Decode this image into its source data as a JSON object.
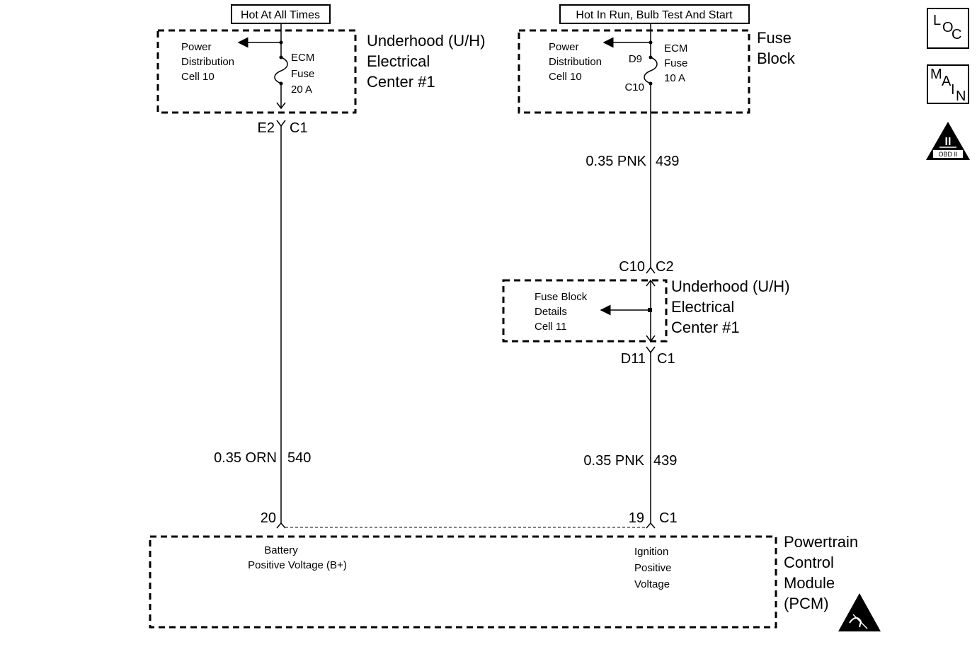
{
  "headers": {
    "left": "Hot At All Times",
    "right": "Hot In Run, Bulb Test And Start"
  },
  "left_circuit": {
    "cell_ref": [
      "Power",
      "Distribution",
      "Cell 10"
    ],
    "fuse": [
      "ECM",
      "Fuse",
      "20 A"
    ],
    "component": [
      "Underhood (U/H)",
      "Electrical",
      "Center #1"
    ],
    "connector_top": [
      "E2",
      "C1"
    ],
    "wire_color": "0.35 ORN",
    "wire_circuit": "540",
    "pin": "20"
  },
  "right_circuit": {
    "cell_ref": [
      "Power",
      "Distribution",
      "Cell 10"
    ],
    "fuse": [
      "ECM",
      "Fuse",
      "10 A"
    ],
    "fuse_pins": [
      "D9",
      "C10"
    ],
    "component": [
      "Fuse",
      "Block"
    ],
    "wire1_color": "0.35 PNK",
    "wire1_circuit": "439",
    "conn_mid_top": [
      "C10",
      "C2"
    ],
    "uh_cell_ref": [
      "Fuse Block",
      "Details",
      "Cell 11"
    ],
    "uh_component": [
      "Underhood (U/H)",
      "Electrical",
      "Center #1"
    ],
    "conn_mid_bottom": [
      "D11",
      "C1"
    ],
    "wire2_color": "0.35 PNK",
    "wire2_circuit": "439",
    "pin": [
      "19",
      "C1"
    ]
  },
  "pcm": {
    "name": [
      "Powertrain",
      "Control",
      "Module",
      "(PCM)"
    ],
    "battery_label": [
      "Battery",
      "Positive Voltage (B+)"
    ],
    "ignition_label": [
      "Ignition",
      "Positive",
      "Voltage"
    ]
  },
  "side_icons": {
    "loc": [
      "L",
      "O",
      "C"
    ],
    "main": [
      "M",
      "A",
      "I",
      "N"
    ],
    "obd": [
      "II",
      "OBD II"
    ]
  },
  "icons": [
    "loc-icon",
    "main-icon",
    "obd-ii-icon",
    "esd-warning-icon",
    "fuse-icon",
    "arrow-left-icon"
  ]
}
